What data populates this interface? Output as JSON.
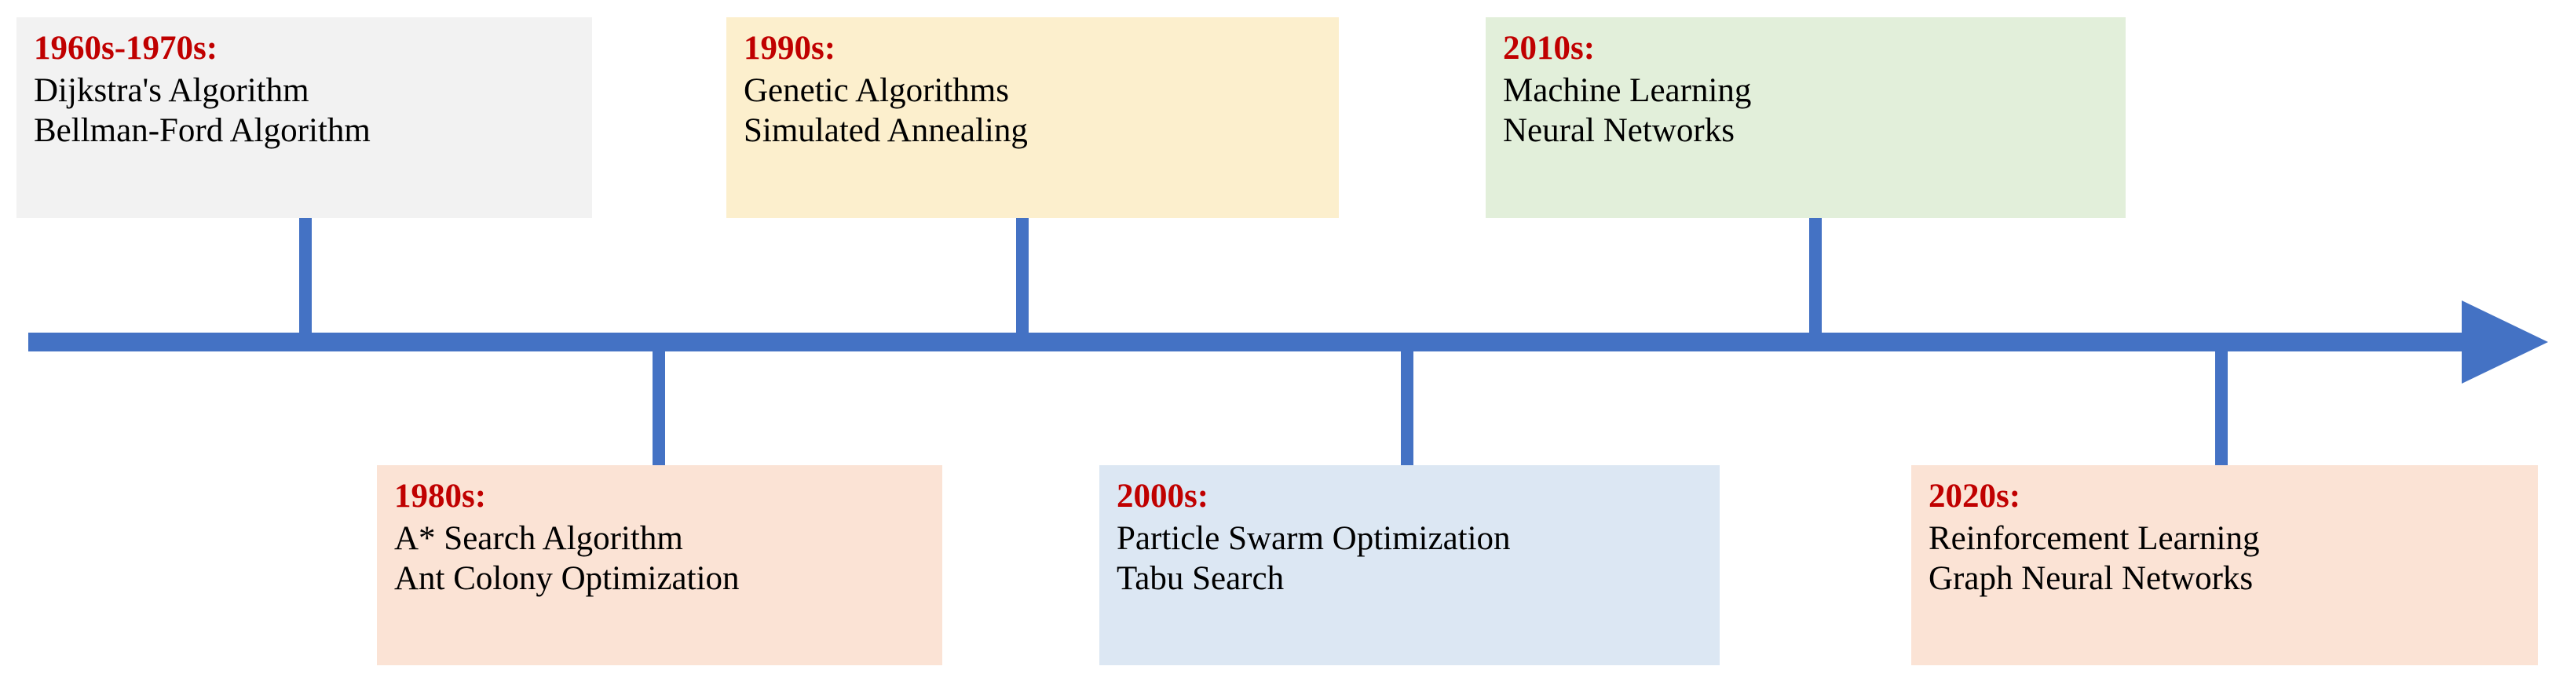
{
  "diagram": {
    "type": "horizontal-timeline",
    "title": "",
    "axis": {
      "color": "#4472C4",
      "direction": "left-to-right",
      "arrow_head": "right"
    },
    "era_label_color": "#C00000",
    "body_text_color": "#000000"
  },
  "events": [
    {
      "id": "1960s-1970s",
      "era": "1960s-1970s:",
      "position": "above",
      "background": "#F2F2F2",
      "items": [
        "Dijkstra's Algorithm",
        "Bellman-Ford Algorithm"
      ]
    },
    {
      "id": "1980s",
      "era": "1980s:",
      "position": "below",
      "background": "#FBE3D5",
      "items": [
        "A* Search Algorithm",
        "Ant Colony Optimization"
      ]
    },
    {
      "id": "1990s",
      "era": "1990s:",
      "position": "above",
      "background": "#FCEFCD",
      "items": [
        "Genetic Algorithms",
        "Simulated Annealing"
      ]
    },
    {
      "id": "2000s",
      "era": "2000s:",
      "position": "below",
      "background": "#DCE7F3",
      "items": [
        "Particle Swarm Optimization",
        "Tabu Search"
      ]
    },
    {
      "id": "2010s",
      "era": "2010s:",
      "position": "above",
      "background": "#E2EFDA",
      "items": [
        "Machine Learning",
        "Neural Networks"
      ]
    },
    {
      "id": "2020s",
      "era": "2020s:",
      "position": "below",
      "background": "#FBE3D5",
      "items": [
        "Reinforcement Learning",
        "Graph Neural Networks"
      ]
    }
  ]
}
